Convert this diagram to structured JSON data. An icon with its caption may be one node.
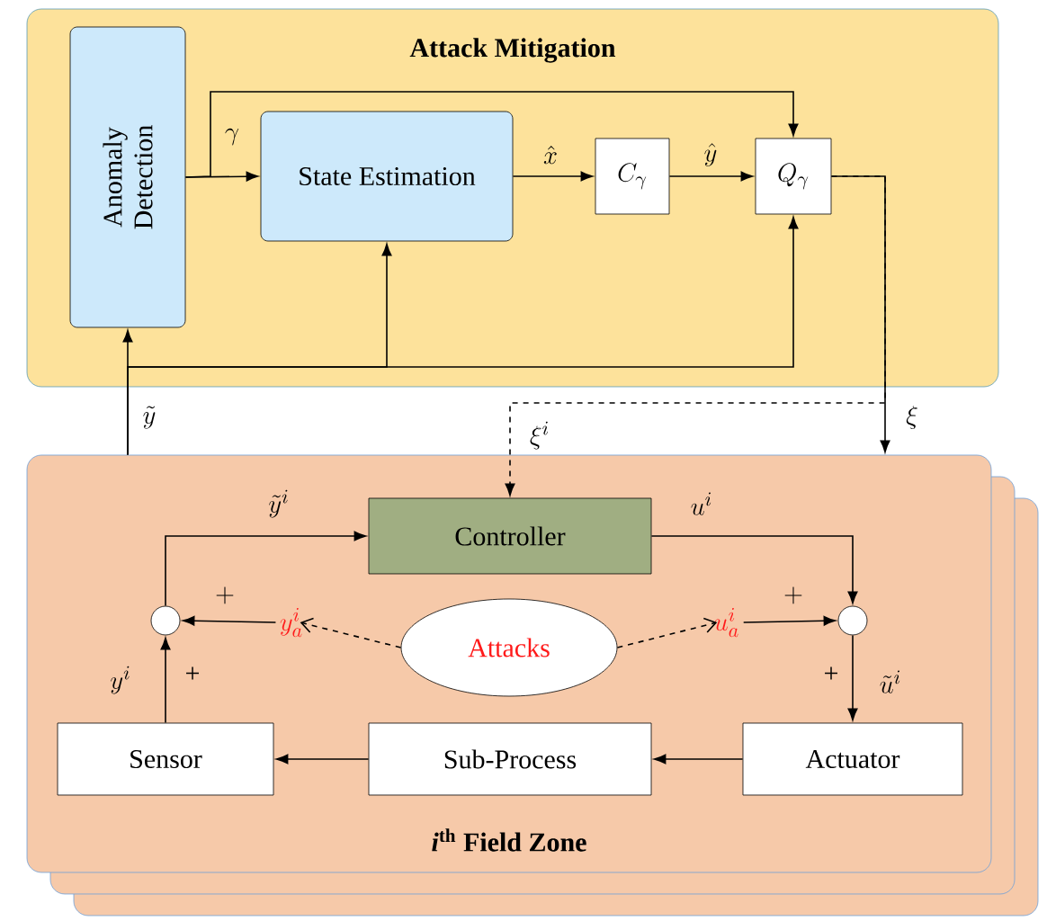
{
  "diagram": {
    "nodes": [
      {
        "text": [
          "Attack Mitigation"
        ]
      },
      {
        "text": [
          "Anomaly Detection"
        ],
        "in": 0
      },
      {
        "text": [
          "State Estimation"
        ],
        "in": 0
      },
      {
        "text": [
          "C_\\gamma"
        ],
        "in": 0
      },
      {
        "text": [
          "Q_\\gamma"
        ],
        "in": 0
      },
      {
        "text": [
          "*i*$^{th}$ **Field Zone**"
        ]
      },
      {
        "text": [
          "Controller"
        ],
        "in": 5
      },
      {
        "text": [],
        "shape": "circle",
        "in": 5
      },
      {
        "text": [
          "y_a^i"
        ],
        "in": 5
      },
      {
        "text": [
          "Attacks"
        ],
        "in": 5
      },
      {
        "text": [
          "u_a^i"
        ],
        "in": 5
      },
      {
        "text": [],
        "shape": "circle",
        "in": 5
      },
      {
        "text": [
          "Sensor"
        ],
        "in": 5
      },
      {
        "text": [
          "Sub-Process"
        ],
        "in": 5
      },
      {
        "text": [
          "Actuator"
        ],
        "in": 5
      }
    ],
    "edges": [
      {
        "from": 1,
        "to": 2,
        "arrow": "to",
        "label": "\\gamma"
      },
      {
        "from": 1,
        "to": 4,
        "arrow": "to"
      },
      {
        "from": 2,
        "to": 3,
        "arrow": "to",
        "label": "\\hat{x}"
      },
      {
        "from": 3,
        "to": 4,
        "arrow": "to",
        "label": "\\hat{y}"
      },
      {
        "from": 4,
        "to": 5,
        "arrow": "to",
        "label": "\\xi"
      },
      {
        "from": 4,
        "to": 6,
        "arrow": "to",
        "label": "\\xi^i",
        "style": "dashed"
      },
      {
        "from": 5,
        "to": 1,
        "arrow": "to",
        "label": "\\tilde{y}"
      },
      {
        "from": 5,
        "to": 2,
        "arrow": "to"
      },
      {
        "from": 5,
        "to": 4,
        "arrow": "to"
      },
      {
        "from": 7,
        "to": 6,
        "arrow": "to",
        "label": "\\tilde{y}^i"
      },
      {
        "from": 6,
        "to": 11,
        "arrow": "to",
        "label": "u^i"
      },
      {
        "from": 8,
        "to": 7,
        "arrow": "to",
        "label": "+"
      },
      {
        "from": 12,
        "to": 7,
        "arrow": "to",
        "label": "y^i"
      },
      {
        "from": 10,
        "to": 11,
        "arrow": "to",
        "label": "+"
      },
      {
        "from": 11,
        "to": 14,
        "arrow": "to",
        "label": "\\tilde{u}^i"
      },
      {
        "from": 9,
        "to": 8,
        "arrow": "to",
        "style": "dashed"
      },
      {
        "from": 9,
        "to": 10,
        "arrow": "to",
        "style": "dashed"
      },
      {
        "from": 14,
        "to": 13,
        "arrow": "to"
      },
      {
        "from": 13,
        "to": 12,
        "arrow": "to"
      }
    ],
    "labels": [
      "+",
      "+"
    ]
  }
}
